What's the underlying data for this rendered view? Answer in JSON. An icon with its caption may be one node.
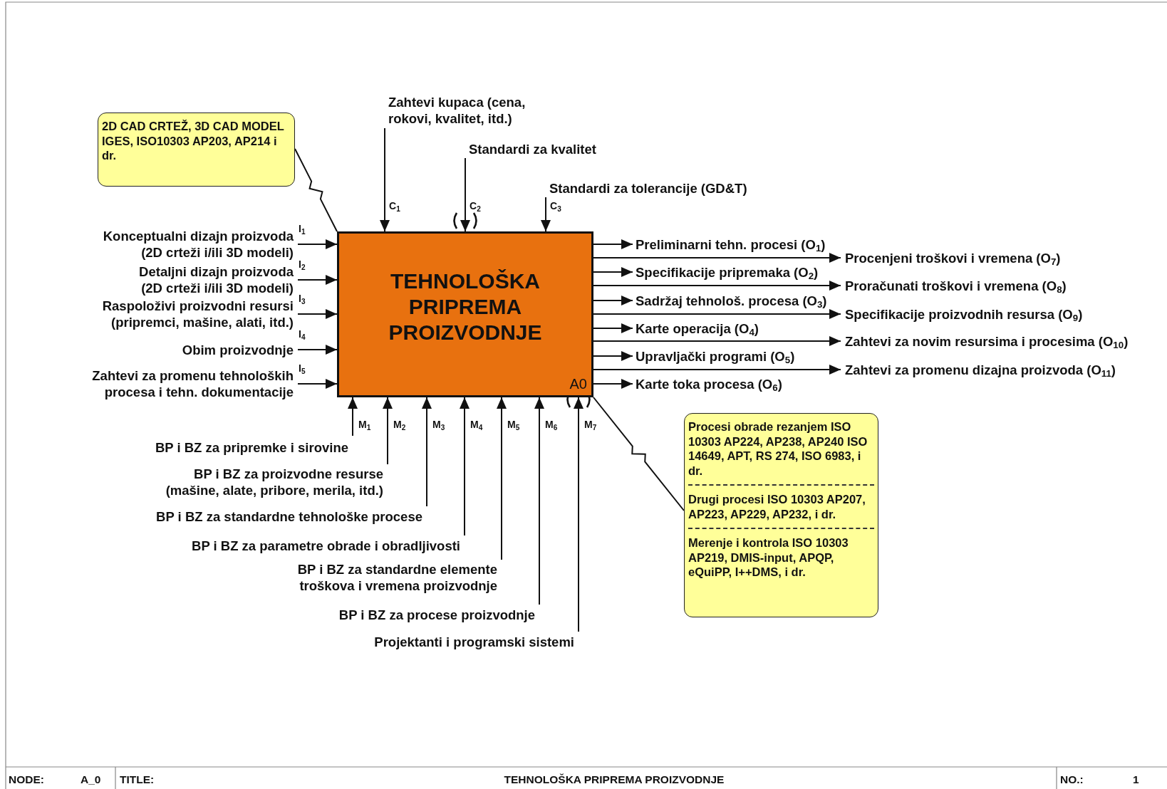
{
  "diagram": {
    "nodes": [
      {
        "text": [
          "2D CAD CRTEŽ, 3D CAD MODEL IGES, ISO10303 AP203, AP214 i dr."
        ]
      },
      {
        "text": [
          "Zahtevi kupaca (cena, rokovi, kvalitet, itd.)"
        ]
      },
      {
        "text": [
          "Standardi za kvalitet"
        ]
      },
      {
        "text": [
          "Standardi za tolerancije (GD&T)"
        ]
      },
      {
        "text": [
          "Konceptualni dizajn proizvoda (2D crteži i/ili 3D modeli)"
        ]
      },
      {
        "text": [
          "Detaljni dizajn proizvoda (2D crteži i/ili 3D modeli)"
        ]
      },
      {
        "text": [
          "Raspoloživi proizvodni resursi (pripremci, mašine, alati, itd.)"
        ]
      },
      {
        "text": [
          "Obim proizvodnje"
        ]
      },
      {
        "text": [
          "Zahtevi za promenu tehnoloških procesa i tehn. dokumentacije"
        ]
      },
      {
        "text": [
          "TEHNOLOŠKA PRIPREMA PROIZVODNJE",
          "A0"
        ]
      },
      {
        "text": [
          "Preliminarni tehn. procesi (O$_{1}$)"
        ]
      },
      {
        "text": [
          "Specifikacije pripremaka (O$_{2}$)"
        ]
      },
      {
        "text": [
          "Sadržaj tehnološ. procesa (O$_{3}$)"
        ]
      },
      {
        "text": [
          "Karte operacija (O$_{4}$)"
        ]
      },
      {
        "text": [
          "Upravljački programi (O$_{5}$)"
        ]
      },
      {
        "text": [
          "Karte toka procesa (O$_{6}$)"
        ]
      },
      {
        "text": [
          "Procenjeni troškovi i vremena (O$_{7}$)"
        ]
      },
      {
        "text": [
          "Proračunati troškovi i vremena (O$_{8}$)"
        ]
      },
      {
        "text": [
          "Specifikacije proizvodnih resursa (O$_{9}$)"
        ]
      },
      {
        "text": [
          "Zahtevi za novim resursima i procesima (O$_{10}$)"
        ]
      },
      {
        "text": [
          "Zahtevi za promenu dizajna proizvoda (O$_{11}$)"
        ]
      },
      {
        "text": [
          "Procesi obrade rezanjem ISO 10303 AP224, AP238, AP240 ISO 14649, APT, RS 274, ISO 6983, i dr.",
          "Drugi procesi ISO 10303 AP207, AP223, AP229, AP232, i dr.",
          "Merenje i kontrola ISO 10303 AP219, DMIS-input, APQP, eQuiPP, I++DMS, i dr."
        ]
      },
      {
        "text": [
          "BP i BZ za pripremke i sirovine"
        ]
      },
      {
        "text": [
          "BP i BZ za proizvodne resurse (mašine, alate, pribore, merila, itd.)"
        ]
      },
      {
        "text": [
          "BP i BZ za standardne tehnološke procese"
        ]
      },
      {
        "text": [
          "BP i BZ za parametre obrade i obradljivosti"
        ]
      },
      {
        "text": [
          "BP i BZ za standardne elemente troškova i vremena proizvodnje"
        ]
      },
      {
        "text": [
          "BP i BZ za procese proizvodnje"
        ]
      },
      {
        "text": [
          "Projektanti i programski sistemi"
        ]
      }
    ],
    "edges": [
      {
        "from": 0,
        "to": 9,
        "arrow": "none"
      },
      {
        "from": 1,
        "to": 9,
        "arrow": "to",
        "label": "C$_{1}$"
      },
      {
        "from": 2,
        "to": 9,
        "arrow": "to",
        "label": "C$_{2}$"
      },
      {
        "from": 3,
        "to": 9,
        "arrow": "to",
        "label": "C$_{3}$"
      },
      {
        "from": 4,
        "to": 9,
        "arrow": "to",
        "label": "I$_{1}$"
      },
      {
        "from": 5,
        "to": 9,
        "arrow": "to",
        "label": "I$_{2}$"
      },
      {
        "from": 6,
        "to": 9,
        "arrow": "to",
        "label": "I$_{3}$"
      },
      {
        "from": 7,
        "to": 9,
        "arrow": "to",
        "label": "I$_{4}$"
      },
      {
        "from": 8,
        "to": 9,
        "arrow": "to",
        "label": "I$_{5}$"
      },
      {
        "from": 9,
        "to": 10,
        "arrow": "to"
      },
      {
        "from": 9,
        "to": 11,
        "arrow": "to"
      },
      {
        "from": 9,
        "to": 12,
        "arrow": "to"
      },
      {
        "from": 9,
        "to": 13,
        "arrow": "to"
      },
      {
        "from": 9,
        "to": 14,
        "arrow": "to"
      },
      {
        "from": 9,
        "to": 15,
        "arrow": "to"
      },
      {
        "from": 9,
        "to": 16,
        "arrow": "to"
      },
      {
        "from": 9,
        "to": 17,
        "arrow": "to"
      },
      {
        "from": 9,
        "to": 18,
        "arrow": "to"
      },
      {
        "from": 9,
        "to": 19,
        "arrow": "to"
      },
      {
        "from": 9,
        "to": 20,
        "arrow": "to"
      },
      {
        "from": 21,
        "to": 9,
        "arrow": "none"
      },
      {
        "from": 22,
        "to": 9,
        "arrow": "to",
        "label": "M$_{1}$"
      },
      {
        "from": 23,
        "to": 9,
        "arrow": "to",
        "label": "M$_{2}$"
      },
      {
        "from": 24,
        "to": 9,
        "arrow": "to",
        "label": "M$_{3}$"
      },
      {
        "from": 25,
        "to": 9,
        "arrow": "to",
        "label": "M$_{4}$"
      },
      {
        "from": 26,
        "to": 9,
        "arrow": "to",
        "label": "M$_{5}$"
      },
      {
        "from": 27,
        "to": 9,
        "arrow": "to",
        "label": "M$_{6}$"
      },
      {
        "from": 28,
        "to": 9,
        "arrow": "to",
        "label": "M$_{7}$"
      }
    ],
    "labels": [
      "NODE:",
      "A_0",
      "TITLE:",
      "TEHNOLOŠKA PRIPREMA PROIZVODNJE",
      "NO.:",
      "1"
    ]
  }
}
